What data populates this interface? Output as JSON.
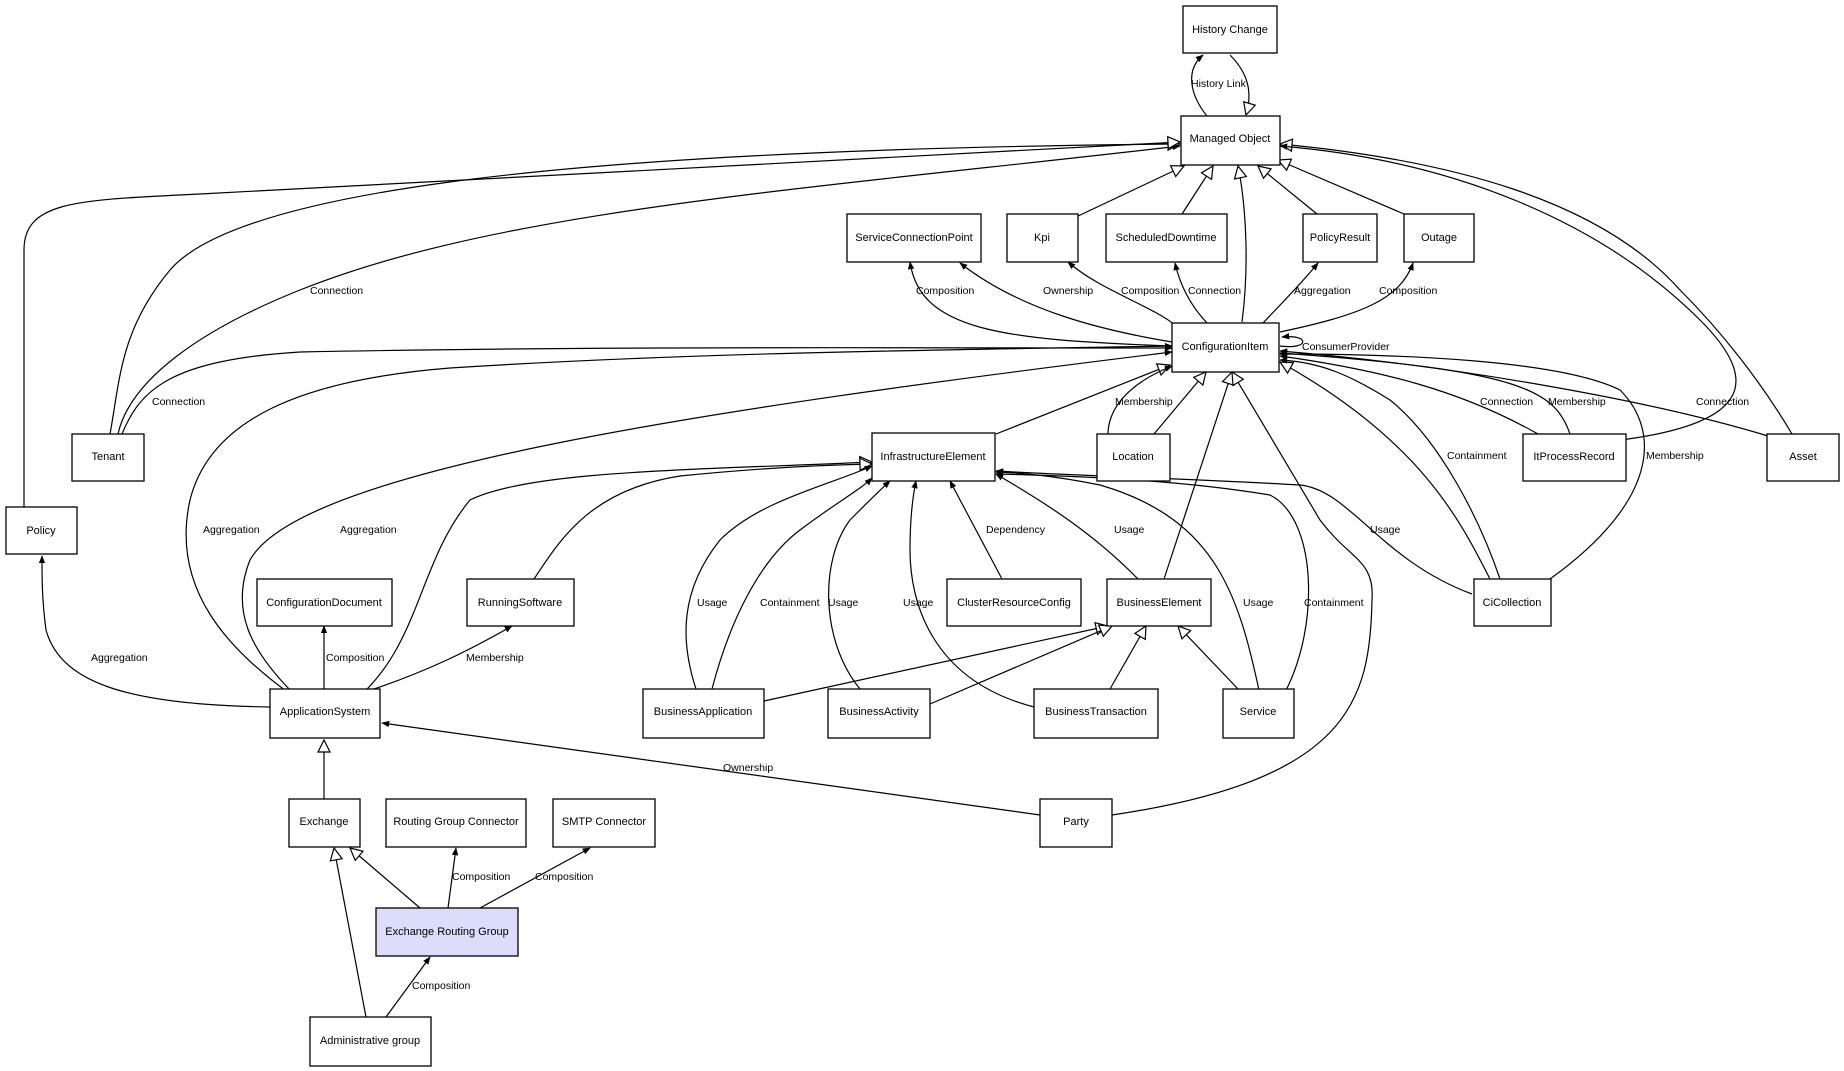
{
  "nodes": {
    "history_change": "History Change",
    "managed_object": "Managed Object",
    "service_connection_point": "ServiceConnectionPoint",
    "kpi": "Kpi",
    "scheduled_downtime": "ScheduledDowntime",
    "policy_result": "PolicyResult",
    "outage": "Outage",
    "configuration_item": "ConfigurationItem",
    "tenant": "Tenant",
    "infrastructure_element": "InfrastructureElement",
    "location": "Location",
    "it_process_record": "ItProcessRecord",
    "asset": "Asset",
    "policy": "Policy",
    "configuration_document": "ConfigurationDocument",
    "running_software": "RunningSoftware",
    "cluster_resource_config": "ClusterResourceConfig",
    "business_element": "BusinessElement",
    "ci_collection": "CiCollection",
    "application_system": "ApplicationSystem",
    "business_application": "BusinessApplication",
    "business_activity": "BusinessActivity",
    "business_transaction": "BusinessTransaction",
    "service": "Service",
    "exchange": "Exchange",
    "routing_group_connector": "Routing Group Connector",
    "smtp_connector": "SMTP Connector",
    "party": "Party",
    "exchange_routing_group": "Exchange Routing Group",
    "administrative_group": "Administrative group"
  },
  "edge_labels": {
    "history_link": "History Link",
    "tenant_mo_connection": "Connection",
    "scp_composition": "Composition",
    "scp_ownership": "Ownership",
    "kpi_composition": "Composition",
    "sd_connection": "Connection",
    "pr_aggregation": "Aggregation",
    "outage_composition": "Composition",
    "consumer_provider": "ConsumerProvider",
    "tenant_ci_connection": "Connection",
    "location_membership": "Membership",
    "itpr_connection": "Connection",
    "itpr_membership": "Membership",
    "asset_connection": "Connection",
    "cic_containment": "Containment",
    "cic_membership": "Membership",
    "as_aggregation_1": "Aggregation",
    "as_aggregation_2": "Aggregation",
    "crc_dependency": "Dependency",
    "be_usage": "Usage",
    "cic_usage": "Usage",
    "ba_usage": "Usage",
    "ba_containment": "Containment",
    "bact_usage": "Usage",
    "bt_usage": "Usage",
    "svc_usage": "Usage",
    "svc_containment": "Containment",
    "policy_aggregation": "Aggregation",
    "cd_composition": "Composition",
    "rs_membership": "Membership",
    "party_ownership": "Ownership",
    "rgc_composition": "Composition",
    "smtp_composition": "Composition",
    "ag_composition": "Composition"
  },
  "colors": {
    "highlight_fill": "#dcdcfb",
    "stroke": "#000000",
    "background": "#ffffff"
  }
}
